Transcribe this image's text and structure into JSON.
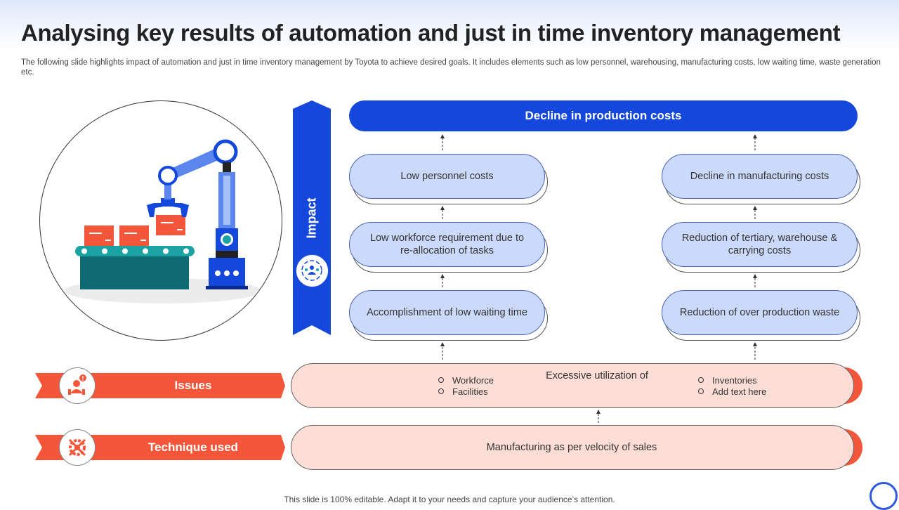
{
  "slide": {
    "title": "Analysing key results of automation and just in time inventory management",
    "subtitle": "The following slide highlights impact of automation and just in time inventory management by Toyota to achieve desired goals. It includes elements such as low personnel, warehousing, manufacturing costs, low waiting time, waste generation etc.",
    "footer": "This slide is 100% editable. Adapt it to your needs and capture your audience’s attention."
  },
  "impact": {
    "label": "Impact",
    "icon": "team-target-icon",
    "color": "#1447db"
  },
  "top_result": "Decline in production costs",
  "left_column": [
    "Low personnel costs",
    "Low workforce requirement due to re-allocation of tasks",
    "Accomplishment of low waiting time"
  ],
  "right_column": [
    "Decline in manufacturing costs",
    "Reduction of tertiary, warehouse & carrying costs",
    "Reduction of over production waste"
  ],
  "issues": {
    "label": "Issues",
    "icon": "person-alert-icon",
    "heading": "Excessive utilization of",
    "bullets_left": [
      "Workforce",
      "Facilities"
    ],
    "bullets_right": [
      "Inventories",
      "Add text here"
    ]
  },
  "technique": {
    "label": "Technique used",
    "icon": "gear-cross-icon",
    "text": "Manufacturing as per velocity of sales"
  },
  "colors": {
    "accent_blue": "#1447db",
    "pill_blue": "#cbd9fa",
    "accent_red": "#f4563a",
    "pill_pink": "#fdddd6"
  }
}
